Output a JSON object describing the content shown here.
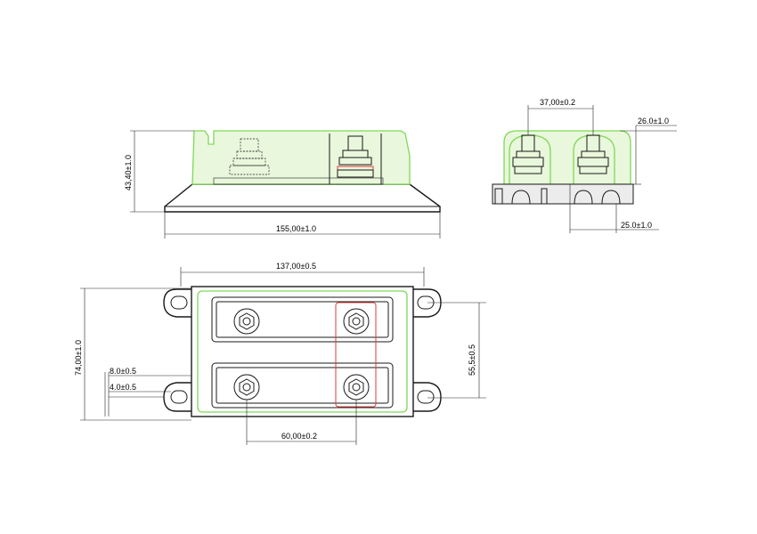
{
  "dimensions": {
    "front_height": "43,40±1.0",
    "front_width": "155,00±1.0",
    "side_spacing": "37,00±0.2",
    "side_height": "26.0±1.0",
    "side_depth": "25.0±1.0",
    "top_width": "137,00±0.5",
    "top_height": "74,00±1.0",
    "top_mount_spacing": "55,5±0.5",
    "top_stud_spacing": "60,00±0.2",
    "top_offset_a": "8.0±0.5",
    "top_offset_b": "4.0±0.5"
  },
  "colors": {
    "outline": "#1a1a1a",
    "cover": "#7ed957",
    "highlight": "#e03a3a"
  }
}
